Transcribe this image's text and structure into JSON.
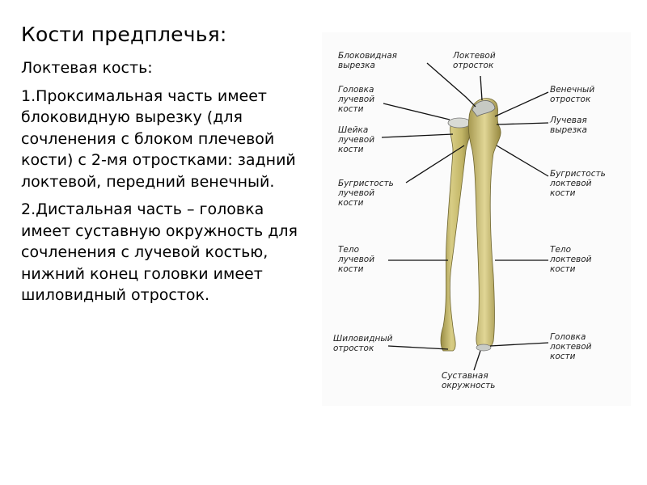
{
  "slide": {
    "title": "Кости предплечья:",
    "paragraphs": [
      "Локтевая кость:",
      "1.Проксимальная часть имеет блоковидную вырезку (для сочленения с блоком плечевой кости) с 2-мя отростками: задний локтевой, передний венечный.",
      "2.Дистальная часть – головка имеет суставную окружность для сочленения с лучевой костью, нижний конец головки имеет шиловидный отросток."
    ]
  },
  "figure": {
    "labels": {
      "trochlear_notch": [
        "Блоковидная",
        "вырезка"
      ],
      "olecranon": [
        "Локтевой",
        "отросток"
      ],
      "radius_head": [
        "Головка",
        "лучевой",
        "кости"
      ],
      "coronoid": [
        "Венечный",
        "отросток"
      ],
      "radius_neck": [
        "Шейка",
        "лучевой",
        "кости"
      ],
      "radial_notch": [
        "Лучевая",
        "вырезка"
      ],
      "radius_tuberosity": [
        "Бугристость",
        "лучевой",
        "кости"
      ],
      "ulna_tuberosity": [
        "Бугристость",
        "локтевой",
        "кости"
      ],
      "radius_body": [
        "Тело",
        "лучевой",
        "кости"
      ],
      "ulna_body": [
        "Тело",
        "локтевой",
        "кости"
      ],
      "styloid": [
        "Шиловидный",
        "отросток"
      ],
      "ulna_head": [
        "Головка",
        "локтевой",
        "кости"
      ],
      "articular_circ": [
        "Суставная",
        "окружность"
      ]
    },
    "colors": {
      "bone": "#c9bd73",
      "bone_dark": "#8f8340",
      "bone_light": "#e3d89a",
      "cartilage": "#b9bdb8"
    }
  }
}
